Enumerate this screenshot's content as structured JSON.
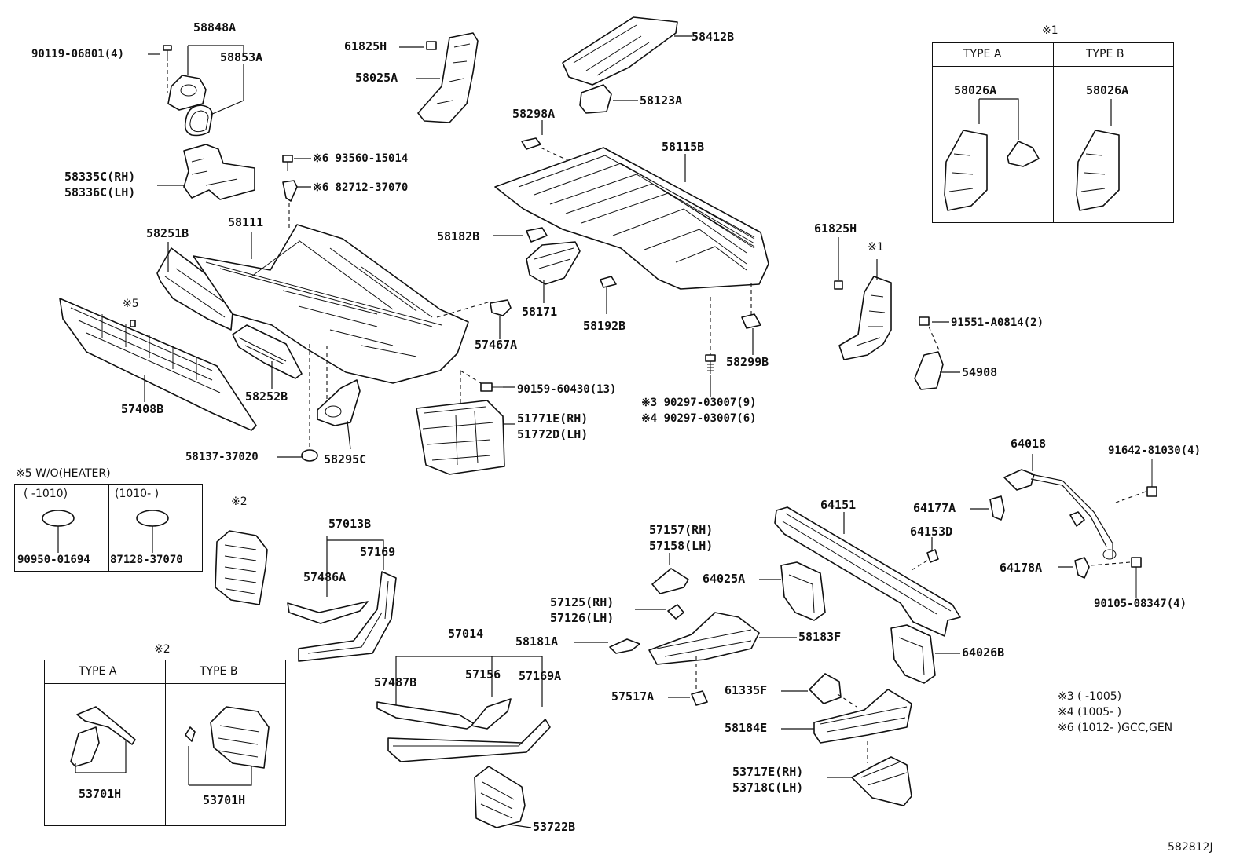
{
  "diagram_id": "582812J",
  "parts": {
    "p90119": "90119-06801(4)",
    "p58848A": "58848A",
    "p58853A": "58853A",
    "p61825H_top": "61825H",
    "p58025A": "58025A",
    "p58412B": "58412B",
    "p58123A": "58123A",
    "p58298A": "58298A",
    "p58115B": "58115B",
    "p58335C": "58335C(RH)",
    "p58336C": "58336C(LH)",
    "p93560": "※6 93560-15014",
    "p82712": "※6 82712-37070",
    "p58251B": "58251B",
    "p58111": "58111",
    "p58182B": "58182B",
    "p58171": "58171",
    "p58192B": "58192B",
    "p57467A": "57467A",
    "p58299B": "58299B",
    "p90159": "90159-60430(13)",
    "p51771E": "51771E(RH)",
    "p51772D": "51772D(LH)",
    "p90297_3": "※3 90297-03007(9)",
    "p90297_4": "※4 90297-03007(6)",
    "p57408B": "57408B",
    "p58252B": "58252B",
    "p58137": "58137-37020",
    "p58295C": "58295C",
    "p61825H_right": "61825H",
    "p91551": "91551-A0814(2)",
    "p54908": "54908",
    "p64018": "64018",
    "p91642": "91642-81030(4)",
    "p64177A": "64177A",
    "p64151": "64151",
    "p64153D": "64153D",
    "p64178A": "64178A",
    "p90105": "90105-08347(4)",
    "p57013B": "57013B",
    "p57169": "57169",
    "p57486A": "57486A",
    "p57157": "57157(RH)",
    "p57158": "57158(LH)",
    "p64025A": "64025A",
    "p57125": "57125(RH)",
    "p57126": "57126(LH)",
    "p58181A": "58181A",
    "p58183F": "58183F",
    "p64026B": "64026B",
    "p57014": "57014",
    "p57487B": "57487B",
    "p57156": "57156",
    "p57169A": "57169A",
    "p57517A": "57517A",
    "p61335F": "61335F",
    "p58184E": "58184E",
    "p53717E": "53717E(RH)",
    "p53718C": "53718C(LH)",
    "p53722B": "53722B",
    "p53701H_a": "53701H",
    "p53701H_b": "53701H"
  },
  "markers": {
    "m1_top": "※1",
    "m1_mid": "※1",
    "m2_mid": "※2",
    "m2_box": "※2",
    "m5": "※5"
  },
  "table1": {
    "type_a": "TYPE A",
    "type_b": "TYPE B",
    "part_a": "58026A",
    "part_b": "58026A"
  },
  "table2": {
    "type_a": "TYPE A",
    "type_b": "TYPE B"
  },
  "table5": {
    "title": "※5 W/O(HEATER)",
    "col1": "(      -1010)",
    "col2": "(1010-      )",
    "part1": "90950-01694",
    "part2": "87128-37070"
  },
  "notes": {
    "n3": "※3 (      -1005)",
    "n4": "※4 (1005-      )",
    "n6": "※6 (1012-      )GCC,GEN"
  }
}
